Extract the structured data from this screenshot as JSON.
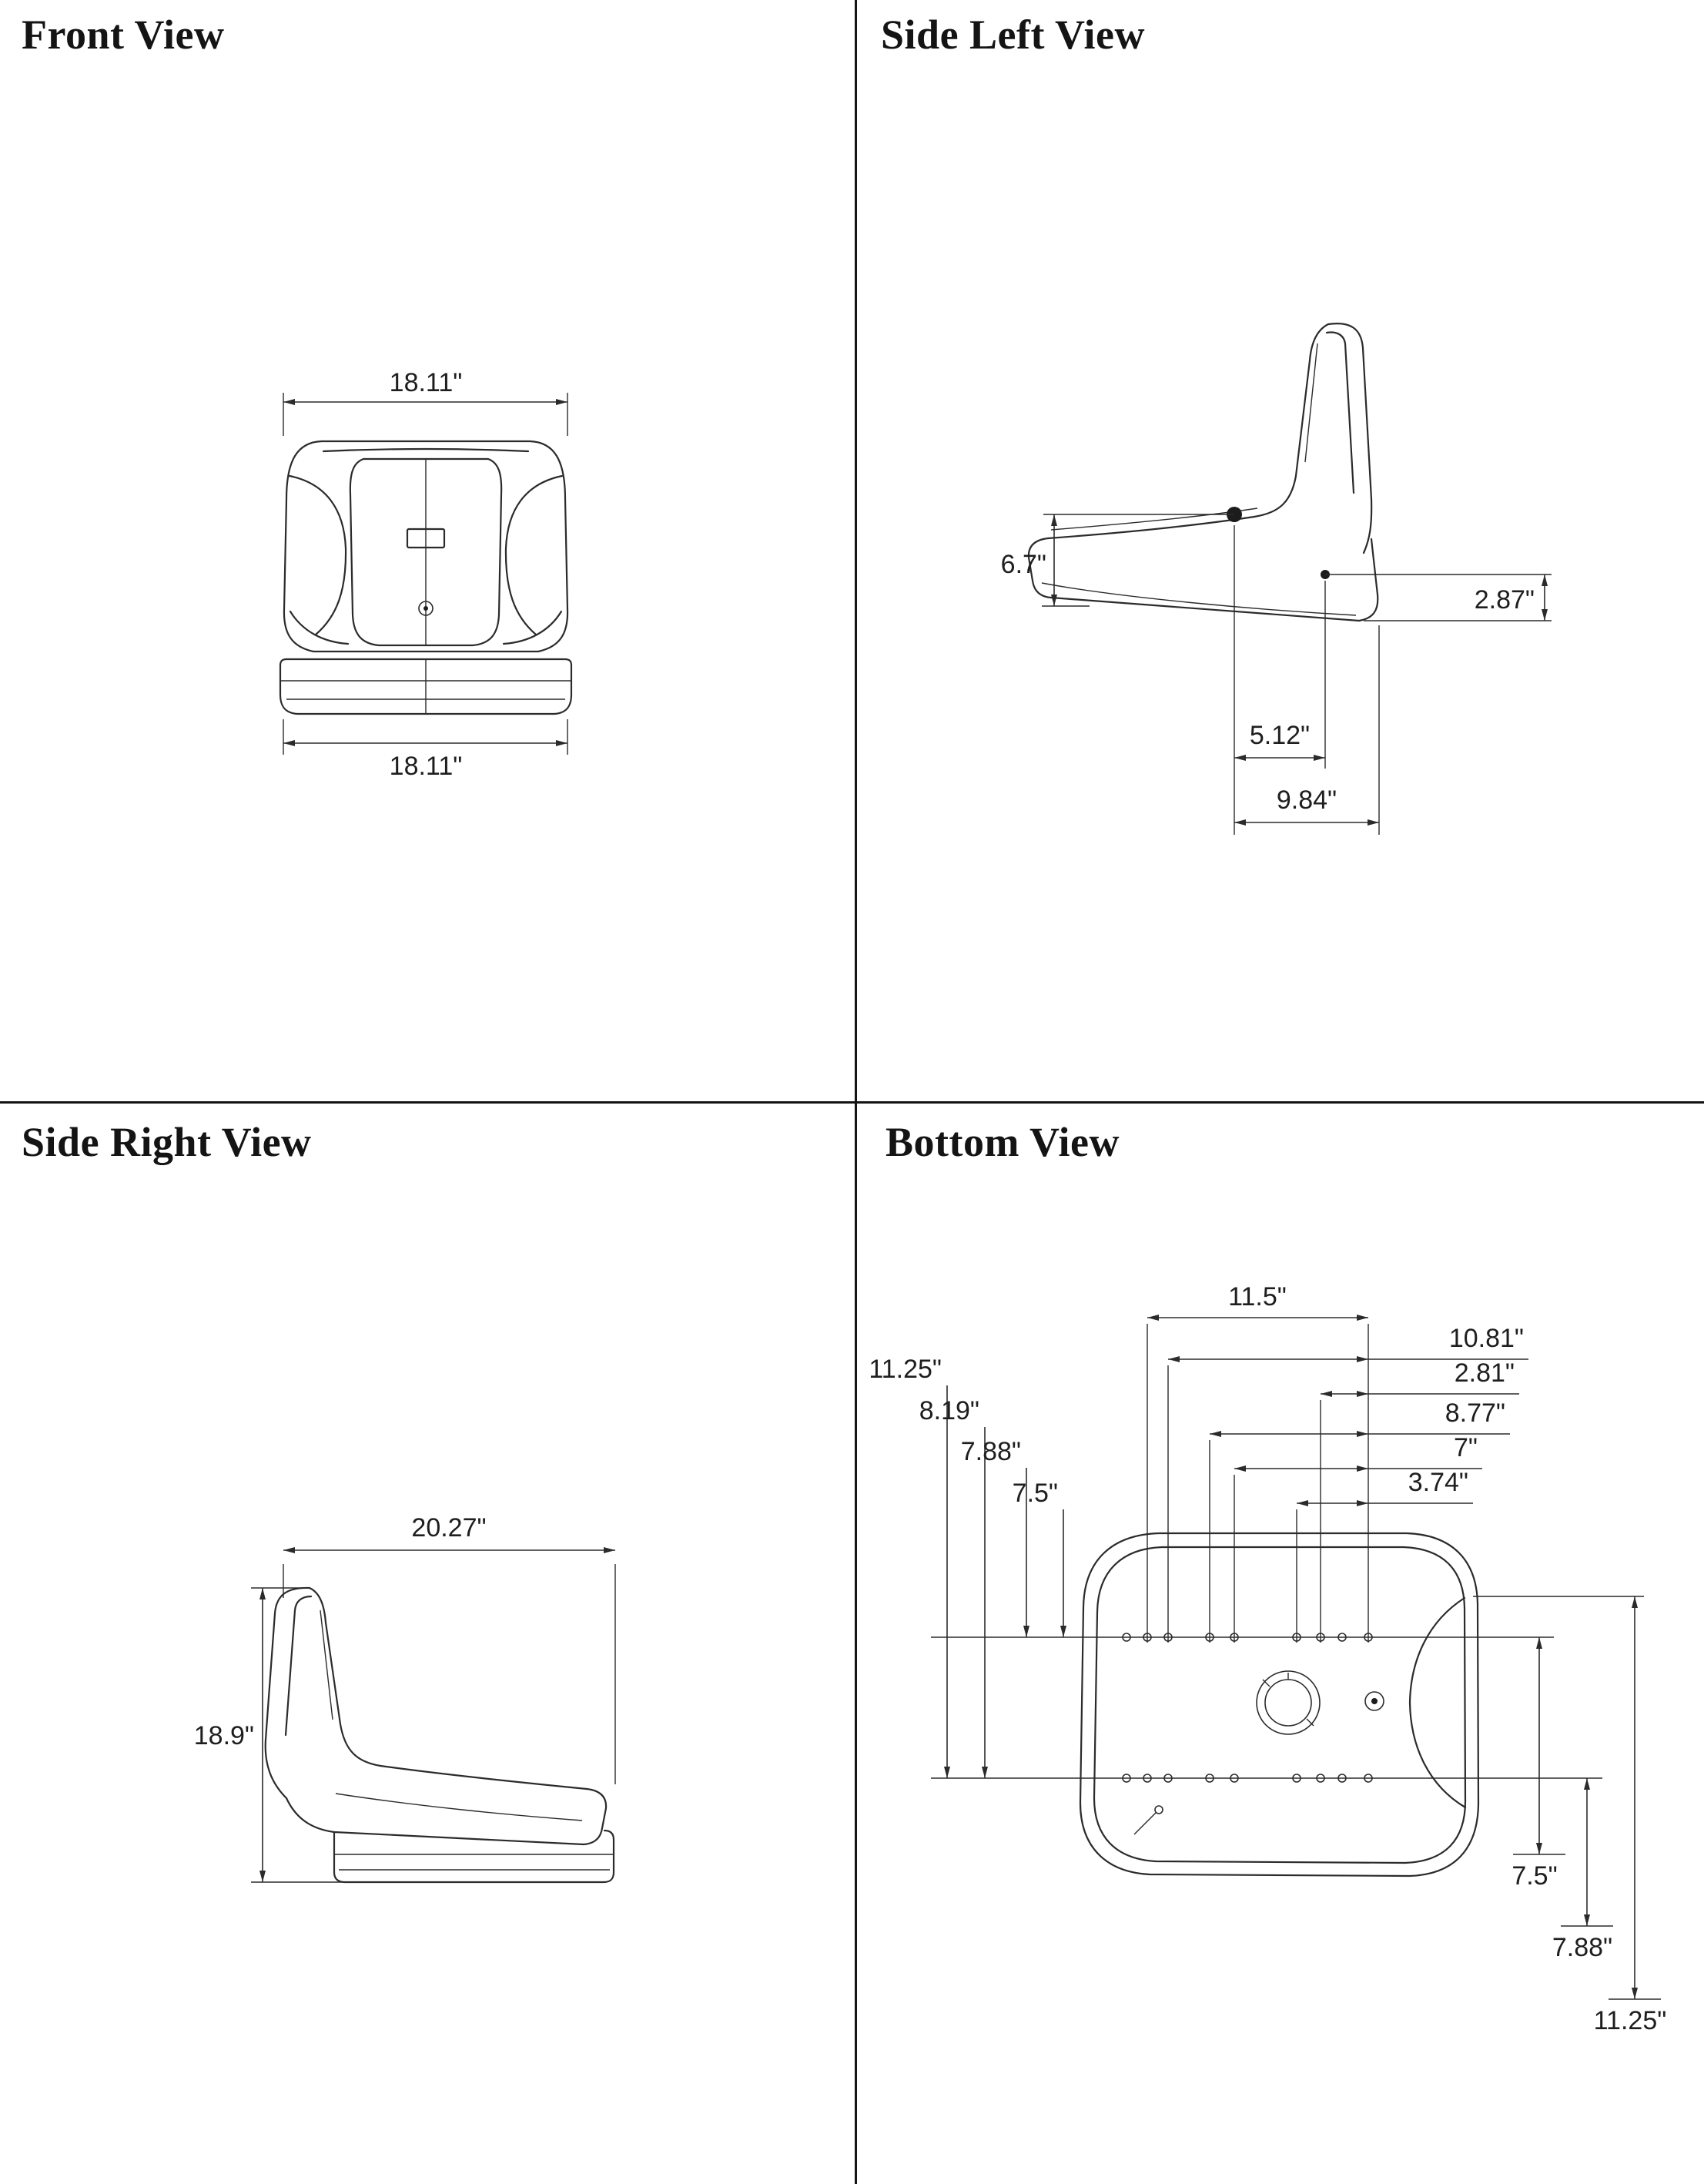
{
  "sheet": {
    "background": "#ffffff",
    "line_color": "#2b2b2b"
  },
  "views": {
    "front": {
      "title": "Front View",
      "dims": {
        "top": "18.11\"",
        "bottom": "18.11\""
      }
    },
    "side_left": {
      "title": "Side Left View",
      "dims": {
        "pivot_height": "6.7\"",
        "rear_gap": "2.87\"",
        "mount_spacing": "5.12\"",
        "mount_depth": "9.84\""
      }
    },
    "side_right": {
      "title": "Side Right View",
      "dims": {
        "depth": "20.27\"",
        "height": "18.9\""
      }
    },
    "bottom": {
      "title": "Bottom View",
      "dims": {
        "top": [
          "11.5\"",
          "10.81\"",
          "2.81\"",
          "8.77\"",
          "7\"",
          "3.74\""
        ],
        "left": [
          "11.25\"",
          "8.19\"",
          "7.88\"",
          "7.5\""
        ],
        "right": [
          "7.5\"",
          "7.88\"",
          "11.25\""
        ]
      }
    }
  }
}
